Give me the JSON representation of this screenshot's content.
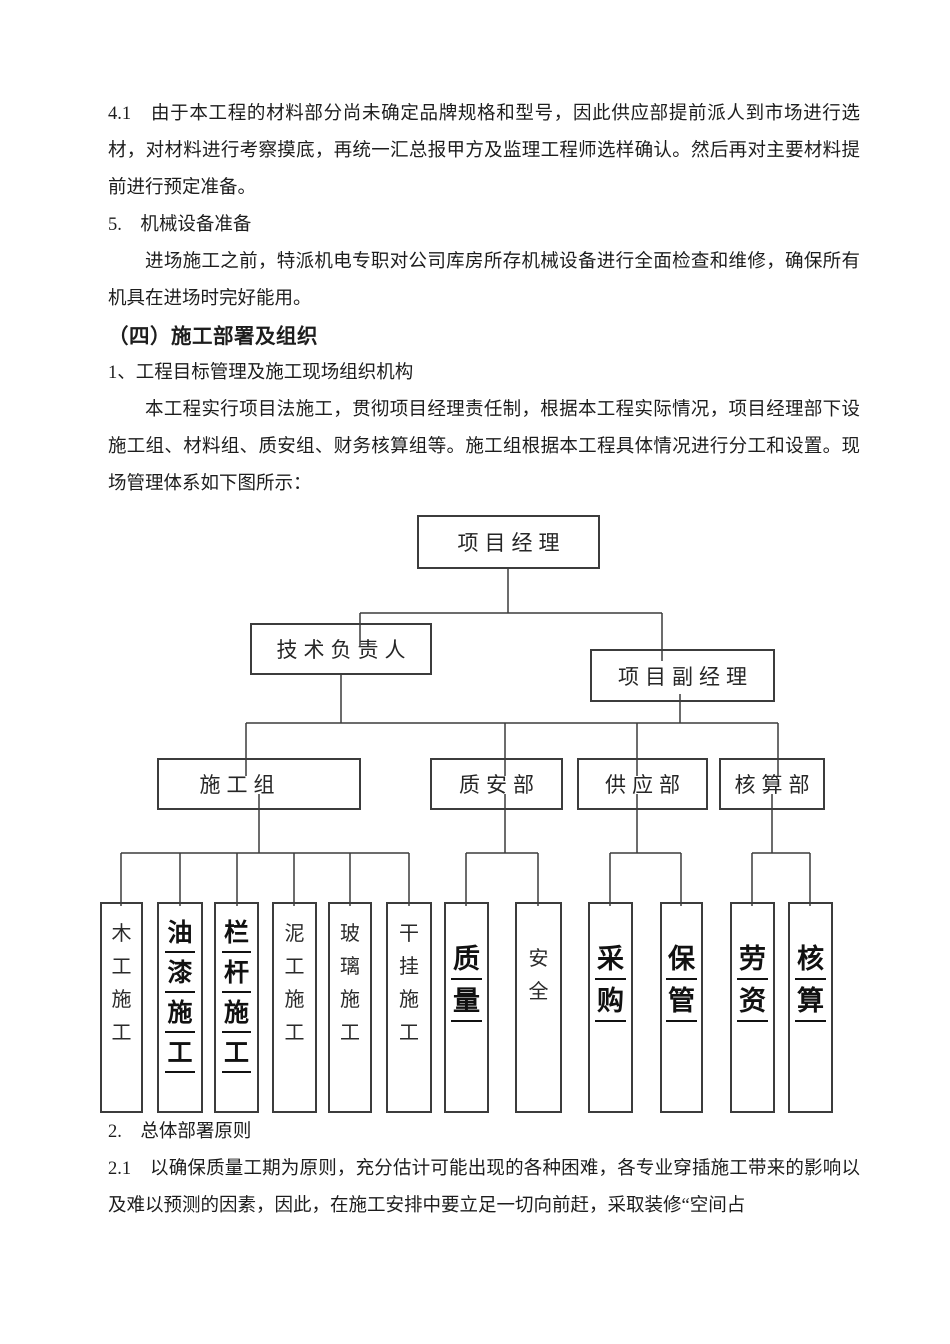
{
  "colors": {
    "text": "#1d1d1d",
    "line": "#3c3c3c",
    "background": "#ffffff"
  },
  "doc": {
    "para_41": "4.1　由于本工程的材料部分尚未确定品牌规格和型号，因此供应部提前派人到市场进行选材，对材料进行考察摸底，再统一汇总报甲方及监理工程师选样确认。然后再对主要材料提前进行预定准备。",
    "head_5": "5.　机械设备准备",
    "para_5": "进场施工之前，特派机电专职对公司库房所存机械设备进行全面检查和维修，确保所有机具在进场时完好能用。",
    "head_section4": "（四）施工部署及组织",
    "head_1": "1、工程目标管理及施工现场组织机构",
    "para_org": "本工程实行项目法施工，贯彻项目经理责任制，根据本工程实际情况，项目经理部下设施工组、材料组、质安组、财务核算组等。施工组根据本工程具体情况进行分工和设置。现场管理体系如下图所示：",
    "head_2": "2.　总体部署原则",
    "para_21": "2.1　以确保质量工期为原则，充分估计可能出现的各种困难，各专业穿插施工带来的影响以及难以预测的因素，因此，在施工安排中要立足一切向前赶，采取装修“空间占"
  },
  "chart": {
    "root": "项目经理",
    "tech_lead": "技术负责人",
    "deputy": "项目副经理",
    "dept_construction": "施工组",
    "dept_quality": "质安部",
    "dept_supply": "供应部",
    "dept_accounting": "核算部",
    "leaves": [
      {
        "label": "木工施工",
        "bold": false
      },
      {
        "label": "油漆施工",
        "bold": true
      },
      {
        "label": "栏杆施工",
        "bold": true
      },
      {
        "label": "泥工施工",
        "bold": false
      },
      {
        "label": "玻璃施工",
        "bold": false
      },
      {
        "label": "干挂施工",
        "bold": false
      },
      {
        "label": "质量",
        "bold": true
      },
      {
        "label": "安全",
        "bold": false
      },
      {
        "label": "采购",
        "bold": true
      },
      {
        "label": "保管",
        "bold": true
      },
      {
        "label": "劳资",
        "bold": true
      },
      {
        "label": "核算",
        "bold": true
      }
    ]
  }
}
